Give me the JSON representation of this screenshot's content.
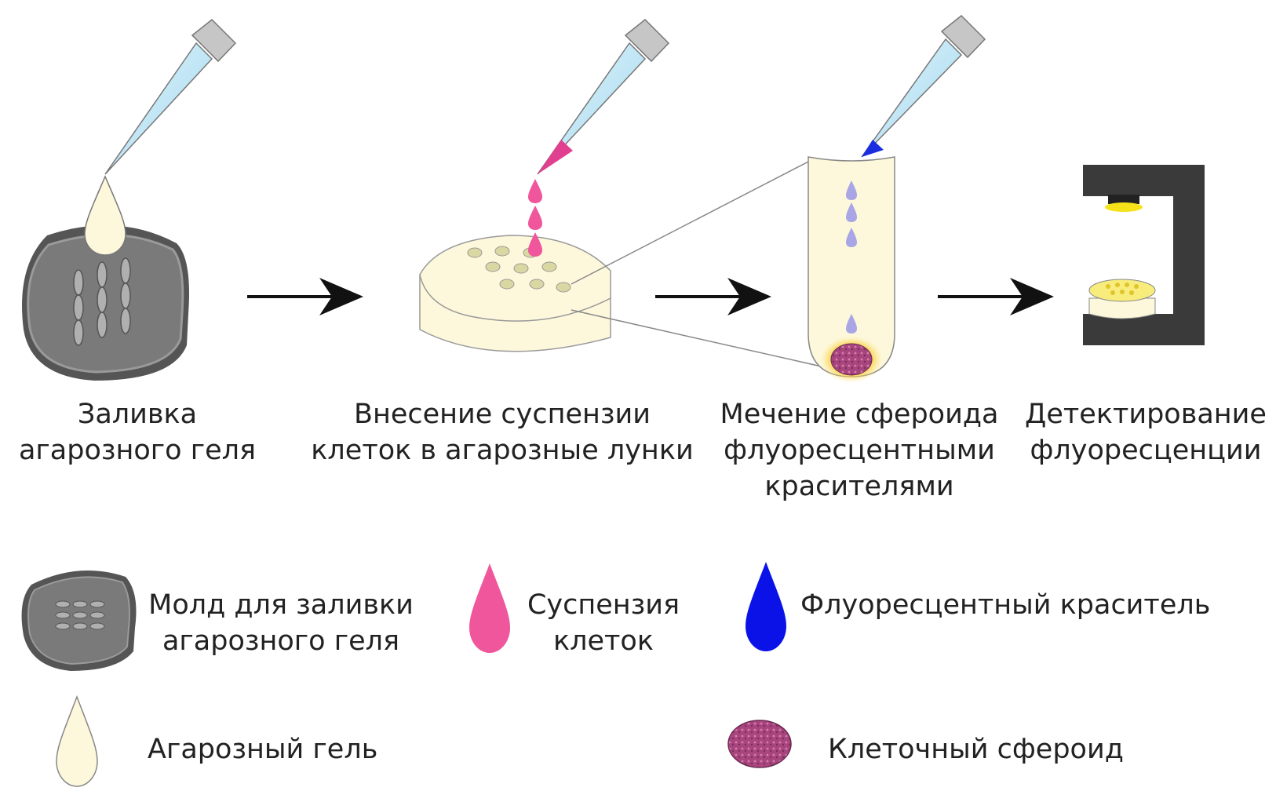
{
  "steps": [
    {
      "caption": "Заливка\nагарозного геля"
    },
    {
      "caption": "Внесение суспензии\nклеток в агарозные лунки"
    },
    {
      "caption": "Мечение сфероида\nфлуоресцентными\nкрасителями"
    },
    {
      "caption": "Детектирование\nфлуоресценции"
    }
  ],
  "legend": {
    "mold": "Молд для заливки\nагарозного геля",
    "suspension": "Суспензия\nклеток",
    "dye": "Флуоресцентный краситель",
    "gel": "Агарозный гель",
    "spheroid": "Клеточный сфероид"
  },
  "colors": {
    "mold": "#6e6e6e",
    "gel": "#fdf8dc",
    "suspension": "#f0569b",
    "dye": "#0a12e8",
    "spheroid": "#a8457e",
    "detector": "#3a3a3a",
    "detector_lens": "#f5e21a"
  }
}
